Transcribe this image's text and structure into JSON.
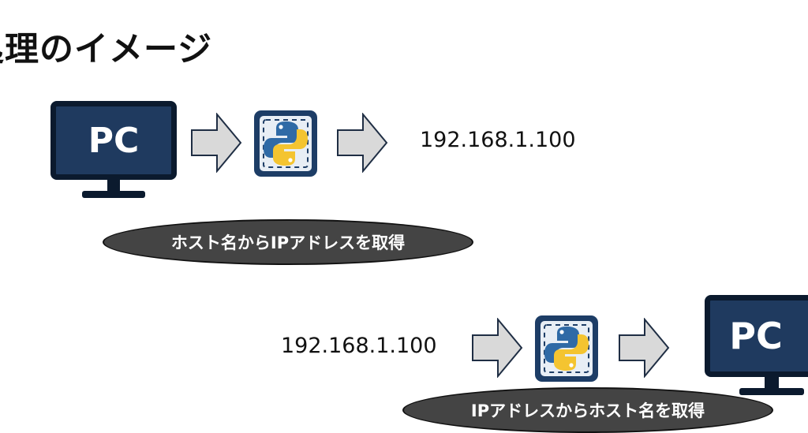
{
  "title": "処理のイメージ",
  "top_flow": {
    "pc_label": "PC",
    "python_icon": "python-logo-icon",
    "ip_text": "192.168.1.100",
    "caption": "ホスト名からIPアドレスを取得"
  },
  "bottom_flow": {
    "ip_text": "192.168.1.100",
    "python_icon": "python-logo-icon",
    "pc_label": "PC",
    "caption": "IPアドレスからホスト名を取得"
  },
  "colors": {
    "monitor_screen": "#1f3a5f",
    "monitor_frame": "#0b1a2e",
    "arrow_fill": "#d9d9d9",
    "arrow_stroke": "#1f2e44",
    "pill_fill": "#444444"
  }
}
